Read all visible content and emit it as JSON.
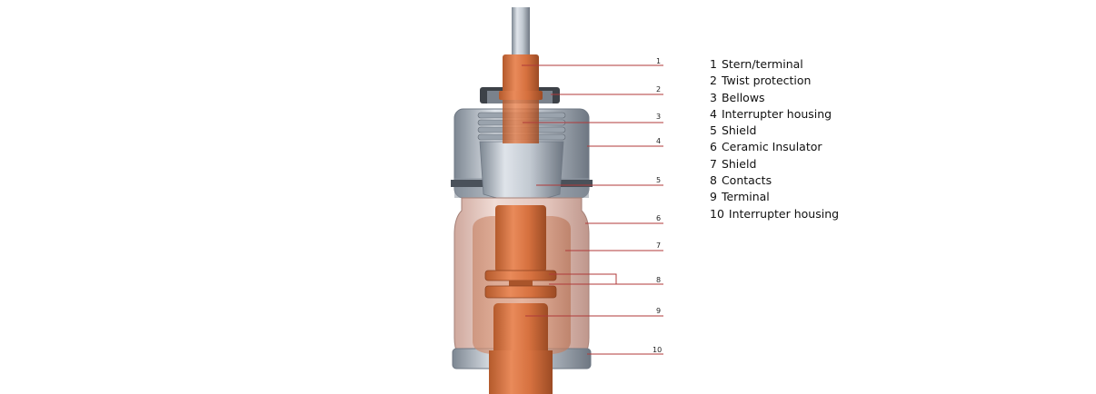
{
  "colors": {
    "copper": "#d2703d",
    "copper_dark": "#a9542a",
    "copper_light": "#e8916a",
    "steel": "#b5bcc6",
    "steel_dark": "#6f7884",
    "ceramic": "#e3c5bd",
    "leader": "#b03a3a"
  },
  "callouts": [
    {
      "num": "1",
      "label": "Stern/terminal"
    },
    {
      "num": "2",
      "label": "Twist protection"
    },
    {
      "num": "3",
      "label": "Bellows"
    },
    {
      "num": "4",
      "label": "Interrupter housing"
    },
    {
      "num": "5",
      "label": "Shield"
    },
    {
      "num": "6",
      "label": "Ceramic Insulator"
    },
    {
      "num": "7",
      "label": "Shield"
    },
    {
      "num": "8",
      "label": "Contacts"
    },
    {
      "num": "9",
      "label": "Terminal"
    },
    {
      "num": "10",
      "label": "Interrupter housing"
    }
  ]
}
